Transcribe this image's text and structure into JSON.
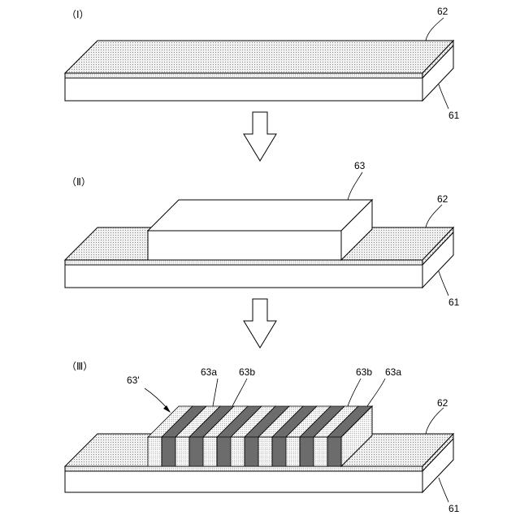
{
  "steps": [
    {
      "label": "（Ⅰ）",
      "callouts": {
        "layer_top": "62",
        "substrate": "61"
      }
    },
    {
      "label": "（Ⅱ）",
      "callouts": {
        "block": "63",
        "layer_top": "62",
        "substrate": "61"
      }
    },
    {
      "label": "（Ⅲ）",
      "callouts": {
        "patterned": "63'",
        "a_left": "63a",
        "b_left": "63b",
        "b_right": "63b",
        "a_right": "63a",
        "layer_top": "62",
        "substrate": "61"
      }
    }
  ],
  "colors": {
    "stroke": "#000000",
    "dotted_fill": "#e4e4e4",
    "dark_stripe": "#6e6e6e",
    "white": "#ffffff"
  }
}
